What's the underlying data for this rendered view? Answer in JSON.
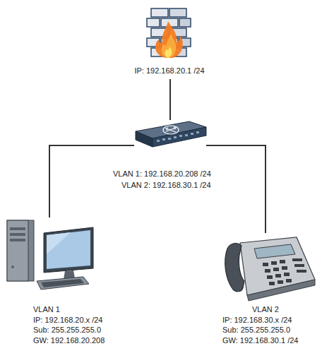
{
  "diagram": {
    "nodes": [
      {
        "text": [
          "IP: 192.168.20.1 /24"
        ]
      },
      {
        "text": [
          "VLAN 1: 192.168.20.208 /24",
          "VLAN 2: 192.168.30.1 /24"
        ]
      },
      {
        "text": [
          "VLAN 1",
          "IP: 192.168.20.x /24",
          "Sub: 255.255.255.0",
          "GW: 192.168.20.208"
        ]
      },
      {
        "text": [
          "VLAN 2",
          "IP: 192.168.30.x /24",
          "Sub: 255.255.255.0",
          "GW: 192.168.30.1 /24"
        ]
      }
    ],
    "edges": [
      {
        "from": 0,
        "to": 1,
        "arrow": "none"
      },
      {
        "from": 1,
        "to": 2,
        "arrow": "none"
      },
      {
        "from": 1,
        "to": 3,
        "arrow": "none"
      }
    ]
  }
}
